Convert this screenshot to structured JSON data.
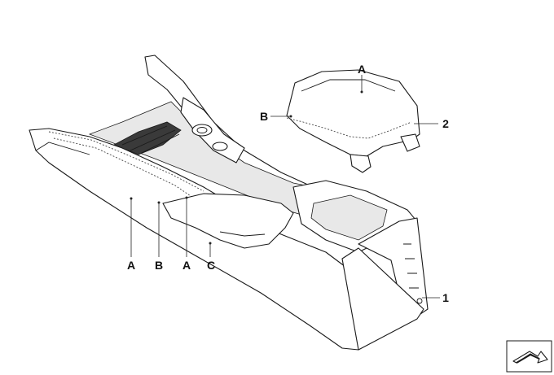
{
  "labels": {
    "arm_a": "A",
    "arm_b": "B",
    "arm_2": "2",
    "left_a": "A",
    "left_b": "B",
    "mid_a": "A",
    "mid_c": "C",
    "console_1": "1"
  }
}
